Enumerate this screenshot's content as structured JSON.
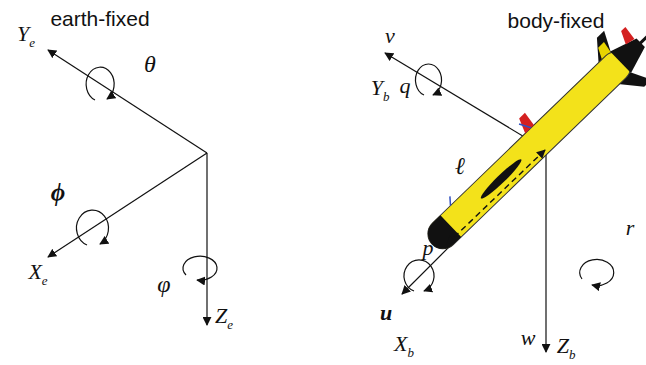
{
  "diagram": {
    "labels": [
      "earth-fixed",
      "body-fixed",
      "Ye",
      "θ",
      "ϕ",
      "Xe",
      "φ",
      "Ze",
      "v",
      "Yb",
      "q",
      "ℓ",
      "p",
      "u",
      "Xb",
      "w",
      "Zb",
      "r"
    ]
  }
}
